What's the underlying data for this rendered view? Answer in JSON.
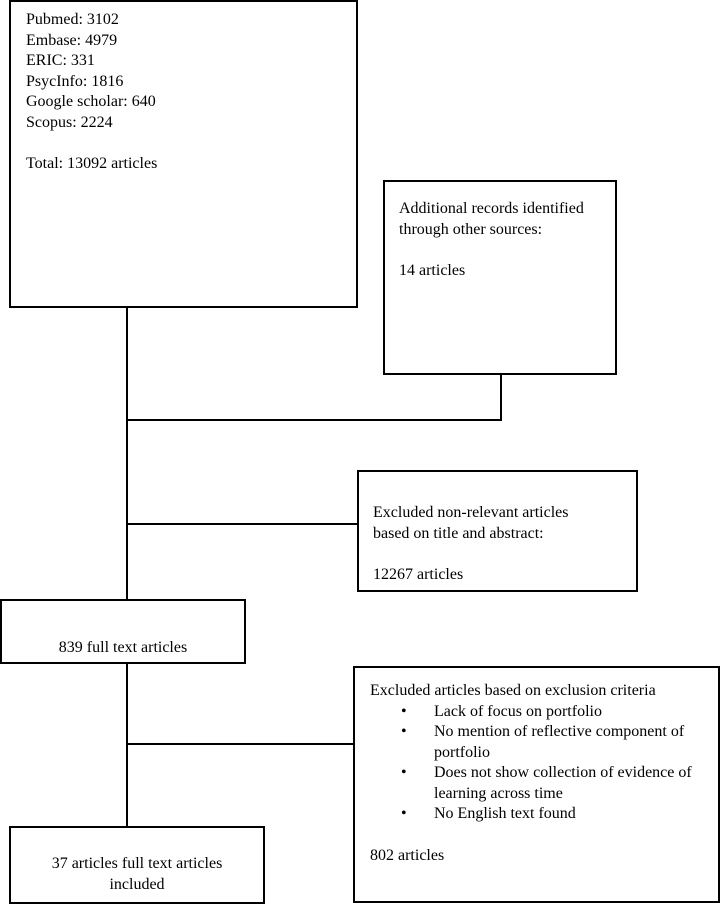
{
  "databases_box": {
    "lines": [
      "Pubmed: 3102",
      "Embase: 4979",
      "ERIC: 331",
      "PsycInfo: 1816",
      "Google scholar: 640",
      "Scopus: 2224"
    ],
    "total": "Total: 13092 articles"
  },
  "additional_box": {
    "heading_line1": "Additional records identified",
    "heading_line2": "through other sources:",
    "count": "14 articles"
  },
  "excluded_title_box": {
    "heading_line1": "Excluded non-relevant articles",
    "heading_line2": "based on title and abstract:",
    "count": "12267 articles"
  },
  "fulltext_box": {
    "label": "839 full text articles"
  },
  "excluded_criteria_box": {
    "heading": "Excluded articles based on exclusion criteria",
    "criteria": [
      "Lack of focus on portfolio",
      "No mention of reflective component of portfolio",
      "Does not show collection of evidence of learning across time",
      "No English text found"
    ],
    "bullet_symbol": "•",
    "count": "802 articles"
  },
  "included_box": {
    "line1": "37 articles full text articles",
    "line2": "included"
  }
}
